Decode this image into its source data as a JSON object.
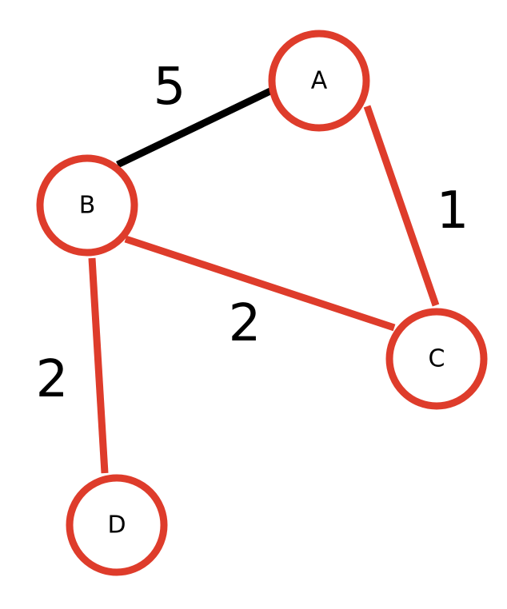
{
  "graph": {
    "colors": {
      "node_stroke": "#de3c2b",
      "highlighted_edge": "#de3c2b",
      "default_edge": "#000000"
    },
    "nodes": [
      {
        "id": "A",
        "label": "A"
      },
      {
        "id": "B",
        "label": "B"
      },
      {
        "id": "C",
        "label": "C"
      },
      {
        "id": "D",
        "label": "D"
      }
    ],
    "edges": [
      {
        "from": "A",
        "to": "B",
        "weight": "5",
        "highlighted": false
      },
      {
        "from": "A",
        "to": "C",
        "weight": "1",
        "highlighted": true
      },
      {
        "from": "B",
        "to": "C",
        "weight": "2",
        "highlighted": true
      },
      {
        "from": "B",
        "to": "D",
        "weight": "2",
        "highlighted": true
      }
    ]
  }
}
